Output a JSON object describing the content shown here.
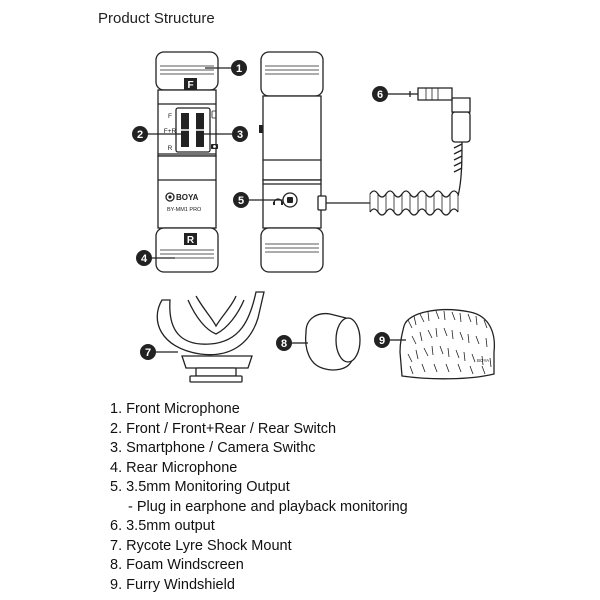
{
  "title": "Product Structure",
  "device": {
    "front_label": "F",
    "rear_label": "R",
    "switch_left_top": "F",
    "switch_left_mid": "F+R",
    "switch_left_bot": "R",
    "brand": "BOYA",
    "model": "BY-MM1 PRO",
    "windshield_brand": "BOYA"
  },
  "callouts": [
    "1",
    "2",
    "3",
    "4",
    "5",
    "6",
    "7",
    "8",
    "9"
  ],
  "legend": [
    "1. Front Microphone",
    "2. Front / Front+Rear / Rear Switch",
    "3. Smartphone / Camera Swithc",
    "4. Rear Microphone",
    "5. 3.5mm Monitoring Output",
    "- Plug in earphone and playback monitoring",
    "6. 3.5mm output",
    "7. Rycote Lyre Shock Mount",
    "8. Foam Windscreen",
    "9. Furry Windshield"
  ],
  "icons": {
    "phone": "smartphone-icon",
    "camera": "camera-icon",
    "headphone": "headphone-icon"
  }
}
